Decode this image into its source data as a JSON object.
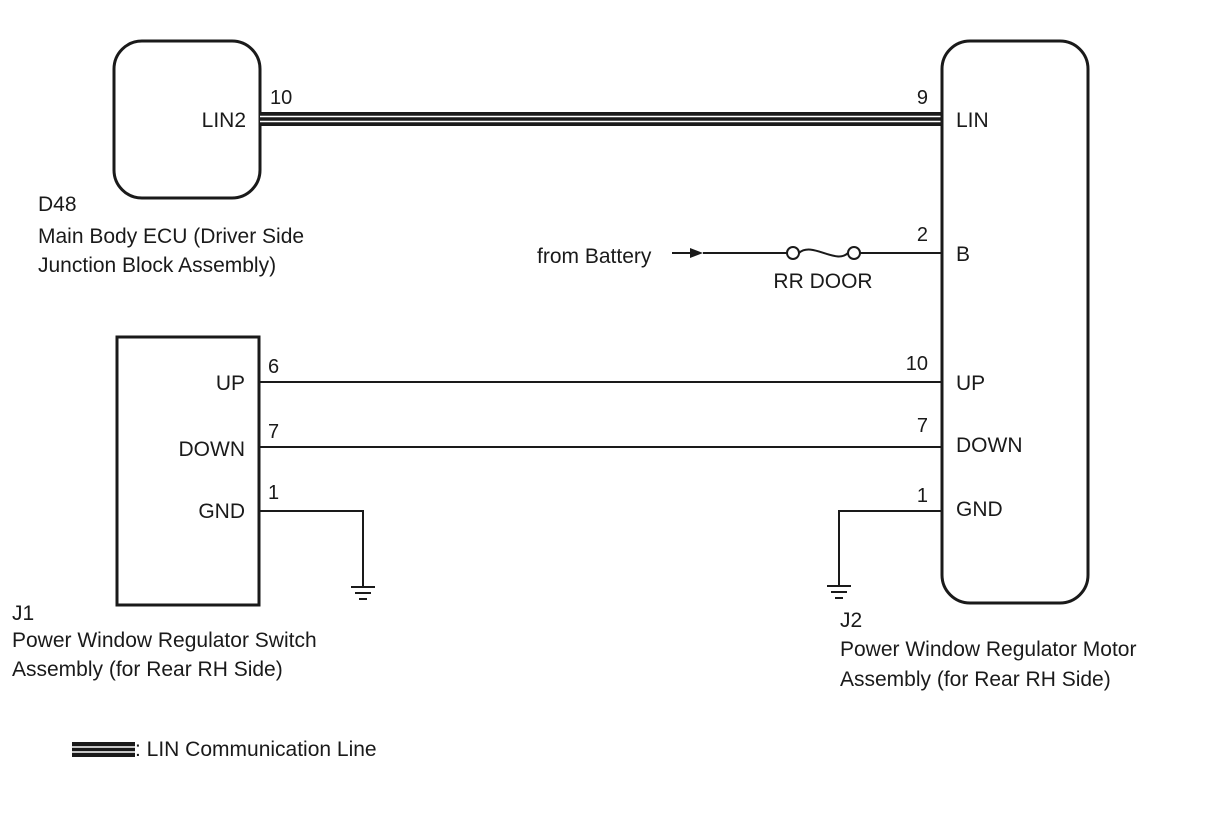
{
  "components": {
    "d48": {
      "ref": "D48",
      "name_line1": "Main Body ECU (Driver Side",
      "name_line2": "Junction Block Assembly)",
      "terminal": "LIN2",
      "pin": "10"
    },
    "j1": {
      "ref": "J1",
      "name_line1": "Power Window Regulator Switch",
      "name_line2": "Assembly (for Rear RH Side)",
      "terminals": [
        {
          "label": "UP",
          "pin": "6"
        },
        {
          "label": "DOWN",
          "pin": "7"
        },
        {
          "label": "GND",
          "pin": "1"
        }
      ]
    },
    "j2": {
      "ref": "J2",
      "name_line1": "Power Window Regulator Motor",
      "name_line2": "Assembly (for Rear RH Side)",
      "terminals": [
        {
          "label": "LIN",
          "pin": "9"
        },
        {
          "label": "B",
          "pin": "2"
        },
        {
          "label": "UP",
          "pin": "10"
        },
        {
          "label": "DOWN",
          "pin": "7"
        },
        {
          "label": "GND",
          "pin": "1"
        }
      ]
    }
  },
  "power": {
    "source": "from Battery",
    "fuse": "RR DOOR"
  },
  "legend": {
    "text": ": LIN Communication Line"
  }
}
